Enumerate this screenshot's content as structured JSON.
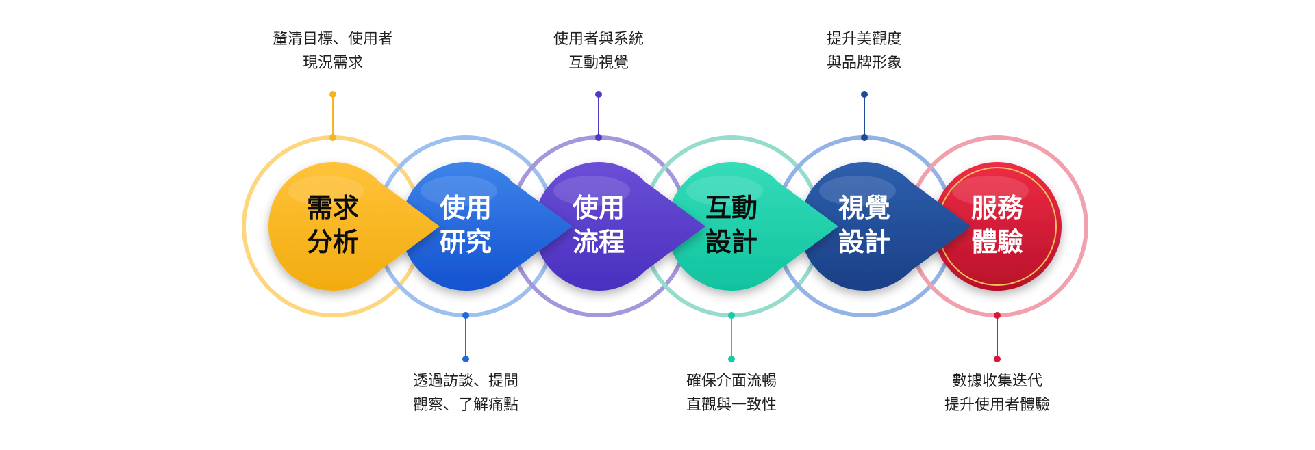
{
  "stages": [
    {
      "label_lines": [
        "需求",
        "分析"
      ],
      "annotation_lines": [
        "釐清目標、使用者",
        "現況需求"
      ],
      "annotation_position": "top",
      "colors": {
        "ring": "#fdd67f",
        "top": "#ffc23a",
        "bottom": "#f2ac0f",
        "line": "#f5b51e",
        "text": "#111111"
      }
    },
    {
      "label_lines": [
        "使用",
        "研究"
      ],
      "annotation_lines": [
        "透過訪談、提問",
        "觀察、了解痛點"
      ],
      "annotation_position": "bottom",
      "colors": {
        "ring": "#9ec0ee",
        "top": "#3d84ea",
        "bottom": "#1452cf",
        "line": "#2367d8",
        "text": "#ffffff"
      }
    },
    {
      "label_lines": [
        "使用",
        "流程"
      ],
      "annotation_lines": [
        "使用者與系統",
        "互動視覺"
      ],
      "annotation_position": "top",
      "colors": {
        "ring": "#a597dc",
        "top": "#6a4fd6",
        "bottom": "#4a2fbf",
        "line": "#5238c4",
        "text": "#ffffff"
      }
    },
    {
      "label_lines": [
        "互動",
        "設計"
      ],
      "annotation_lines": [
        "確保介面流暢",
        "直觀與一致性"
      ],
      "annotation_position": "bottom",
      "colors": {
        "ring": "#96dccd",
        "top": "#35dcb9",
        "bottom": "#10c39f",
        "line": "#1ac9a5",
        "text": "#111111"
      }
    },
    {
      "label_lines": [
        "視覺",
        "設計"
      ],
      "annotation_lines": [
        "提升美觀度",
        "與品牌形象"
      ],
      "annotation_position": "top",
      "colors": {
        "ring": "#93b3e6",
        "top": "#2e5fad",
        "bottom": "#1a3f86",
        "line": "#1e4c94",
        "text": "#ffffff"
      }
    },
    {
      "label_lines": [
        "服務",
        "體驗"
      ],
      "annotation_lines": [
        "數據收集迭代",
        "提升使用者體驗"
      ],
      "annotation_position": "bottom",
      "colors": {
        "ring": "#f1a1ad",
        "top": "#ef2c45",
        "bottom": "#b8102a",
        "line": "#d8173a",
        "text": "#ffffff"
      }
    }
  ],
  "colors": {
    "background": "#ffffff",
    "annotation_text": "#1f1f1f",
    "inner_ring_gold": "#f3c25b"
  }
}
